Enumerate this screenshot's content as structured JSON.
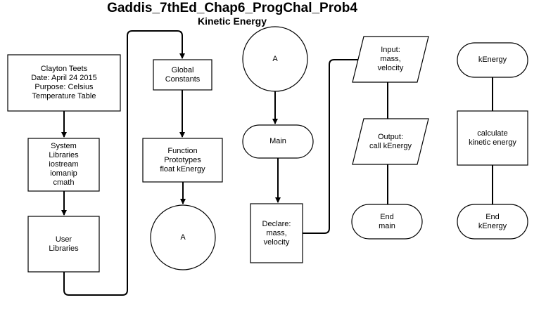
{
  "title": "Gaddis_7thEd_Chap6_ProgChal_Prob4",
  "subtitle": "Kinetic Energy",
  "nodes": {
    "header": [
      "Clayton Teets",
      "Date: April 24 2015",
      "Purpose: Celsius",
      "Temperature Table"
    ],
    "system_libraries": [
      "System",
      "Libraries",
      "iostream",
      "iomanip",
      "cmath"
    ],
    "user_libraries": [
      "User",
      "Libraries"
    ],
    "global_constants": [
      "Global",
      "Constants"
    ],
    "function_prototypes": [
      "Function",
      "Prototypes",
      "float kEnergy"
    ],
    "connector_out": [
      "A"
    ],
    "connector_in": [
      "A"
    ],
    "main": [
      "Main"
    ],
    "declare": [
      "Declare:",
      "mass,",
      "velocity"
    ],
    "input": [
      "Input:",
      "mass,",
      "velocity"
    ],
    "output": [
      "Output:",
      "call kEnergy"
    ],
    "end_main": [
      "End",
      "main"
    ],
    "kenergy": [
      "kEnergy"
    ],
    "calculate": [
      "calculate",
      "kinetic energy"
    ],
    "end_kenergy": [
      "End",
      "kEnergy"
    ]
  },
  "colors": {
    "stroke": "#000000",
    "fill": "#ffffff"
  }
}
